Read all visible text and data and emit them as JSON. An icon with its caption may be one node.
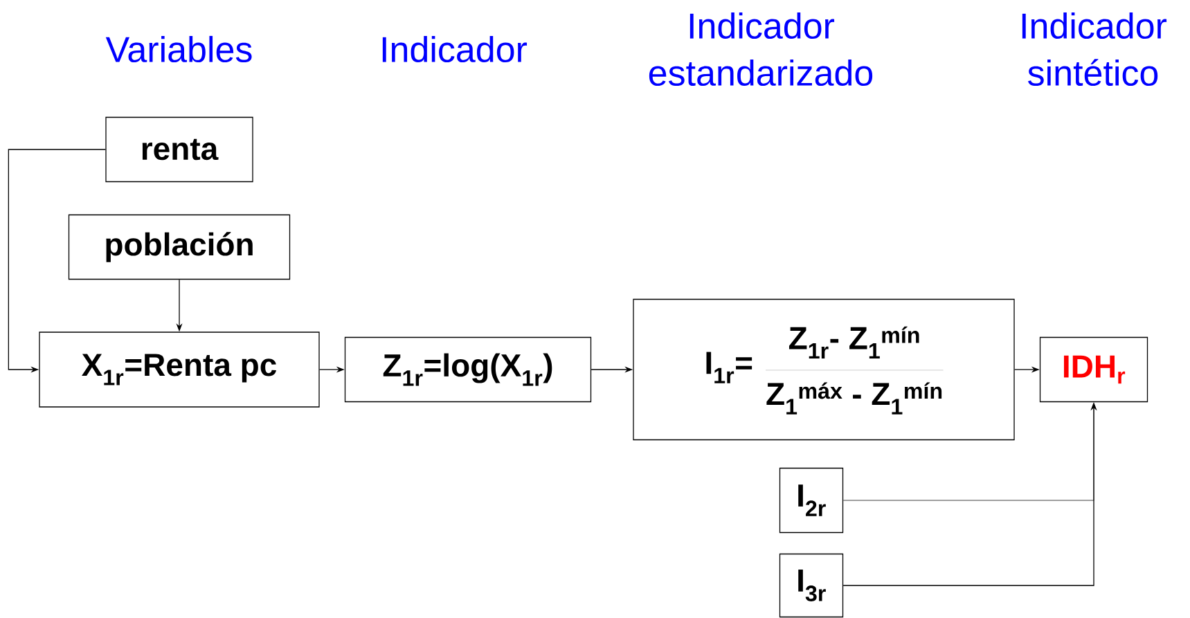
{
  "diagram": {
    "nodes": [
      {
        "text": [
          "renta"
        ]
      },
      {
        "text": [
          "población"
        ]
      },
      {
        "text": [
          "X$_{1r}$=Renta pc"
        ]
      },
      {
        "text": [
          "Z$_{1r}$=log(X$_{1r}$)"
        ]
      },
      {
        "text": [
          "I$_{1r}$=",
          "Z$_{1r}$- Z$_{1}$$^{mín}$",
          "Z$_{1}$$^{máx}$ - Z$_{1}$$^{mín}$"
        ]
      },
      {
        "text": [
          "IDH$_{r}$"
        ]
      },
      {
        "text": [
          "I$_{2r}$"
        ]
      },
      {
        "text": [
          "I$_{3r}$"
        ]
      }
    ],
    "edges": [
      {
        "from": 0,
        "to": 2,
        "arrow": "to"
      },
      {
        "from": 1,
        "to": 2,
        "arrow": "to"
      },
      {
        "from": 2,
        "to": 3,
        "arrow": "to"
      },
      {
        "from": 3,
        "to": 4,
        "arrow": "to"
      },
      {
        "from": 4,
        "to": 5,
        "arrow": "to"
      },
      {
        "from": 6,
        "to": 5,
        "arrow": "to",
        "color": "#808080"
      },
      {
        "from": 7,
        "to": 5,
        "arrow": "to"
      }
    ],
    "labels": [
      "Variables",
      "Indicador",
      "Indicador estandarizado",
      "Indicador sintético"
    ]
  }
}
